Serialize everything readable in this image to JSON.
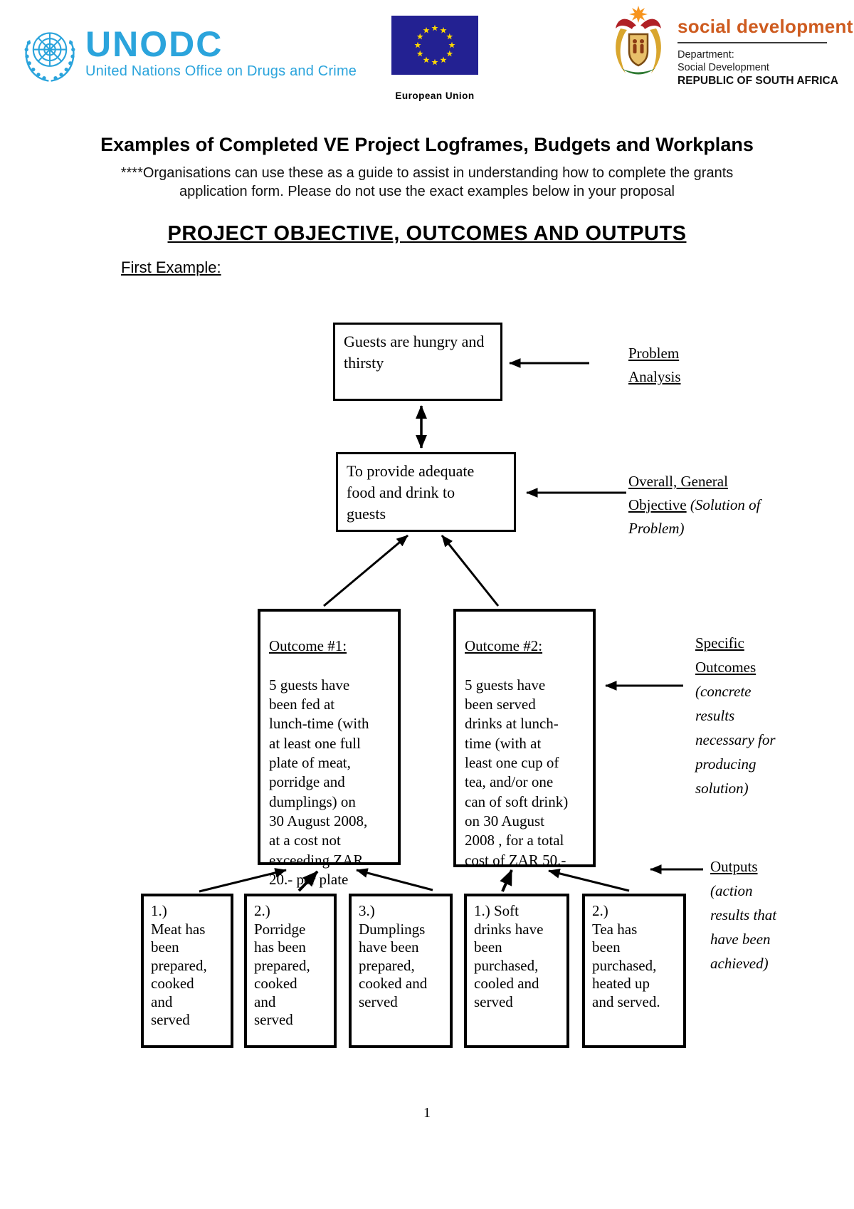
{
  "page": {
    "number": "1"
  },
  "header": {
    "unodc": {
      "acronym": "UNODC",
      "tagline": "United Nations Office on Drugs and Crime",
      "brand_color": "#2BA4DC"
    },
    "eu": {
      "label": "European Union",
      "flag_blue": "#232192",
      "star_yellow": "#FFD800"
    },
    "sa": {
      "brand": "social development",
      "brand_color": "#CE5B1F",
      "department_label": "Department:",
      "department_name": "Social Development",
      "country": "REPUBLIC OF SOUTH AFRICA"
    }
  },
  "intro": {
    "title": "Examples of Completed VE Project Logframes, Budgets and Workplans",
    "subtitle": "****Organisations can use these as a guide to assist in understanding how to complete the grants\napplication form. Please do not use the exact examples below in your proposal",
    "section_heading": "PROJECT OBJECTIVE, OUTCOMES AND OUTPUTS",
    "example_label": "First Example:"
  },
  "diagram": {
    "problem_box": "Guests are hungry and\nthirsty",
    "objective_box": "To provide adequate\nfood and drink to\nguests",
    "outcome1_heading": "Outcome #1:",
    "outcome1_body": "5 guests have\nbeen fed at\nlunch-time (with\nat least one full\nplate of meat,\nporridge and\ndumplings) on\n30 August 2008,\nat a cost not\nexceeding ZAR\n20.- per plate",
    "outcome2_heading": "Outcome #2:",
    "outcome2_body": "5 guests have\nbeen served\ndrinks at lunch-\ntime (with at\nleast one cup of\ntea, and/or one\ncan of soft drink)\non 30 August\n2008 , for a total\ncost of ZAR 50.-",
    "outputs": [
      "1.)\nMeat has\nbeen\nprepared,\ncooked\nand\nserved",
      "2.)\nPorridge\nhas been\nprepared,\ncooked\nand\nserved",
      "3.)\nDumplings\nhave been\nprepared,\ncooked and\nserved",
      "1.) Soft\ndrinks have\nbeen\npurchased,\ncooled and\nserved",
      "2.)\nTea has\nbeen\npurchased,\nheated up\nand served."
    ],
    "labels": {
      "problem": {
        "underlined": "Problem Analysis"
      },
      "objective": {
        "underlined": "Overall, General Objective",
        "italic": " (Solution of Problem)"
      },
      "specific": {
        "underlined": "Specific Outcomes",
        "italic": " (concrete results necessary for producing solution)"
      },
      "outputs": {
        "underlined": "Outputs",
        "italic": " (action results that have been achieved)"
      }
    }
  }
}
